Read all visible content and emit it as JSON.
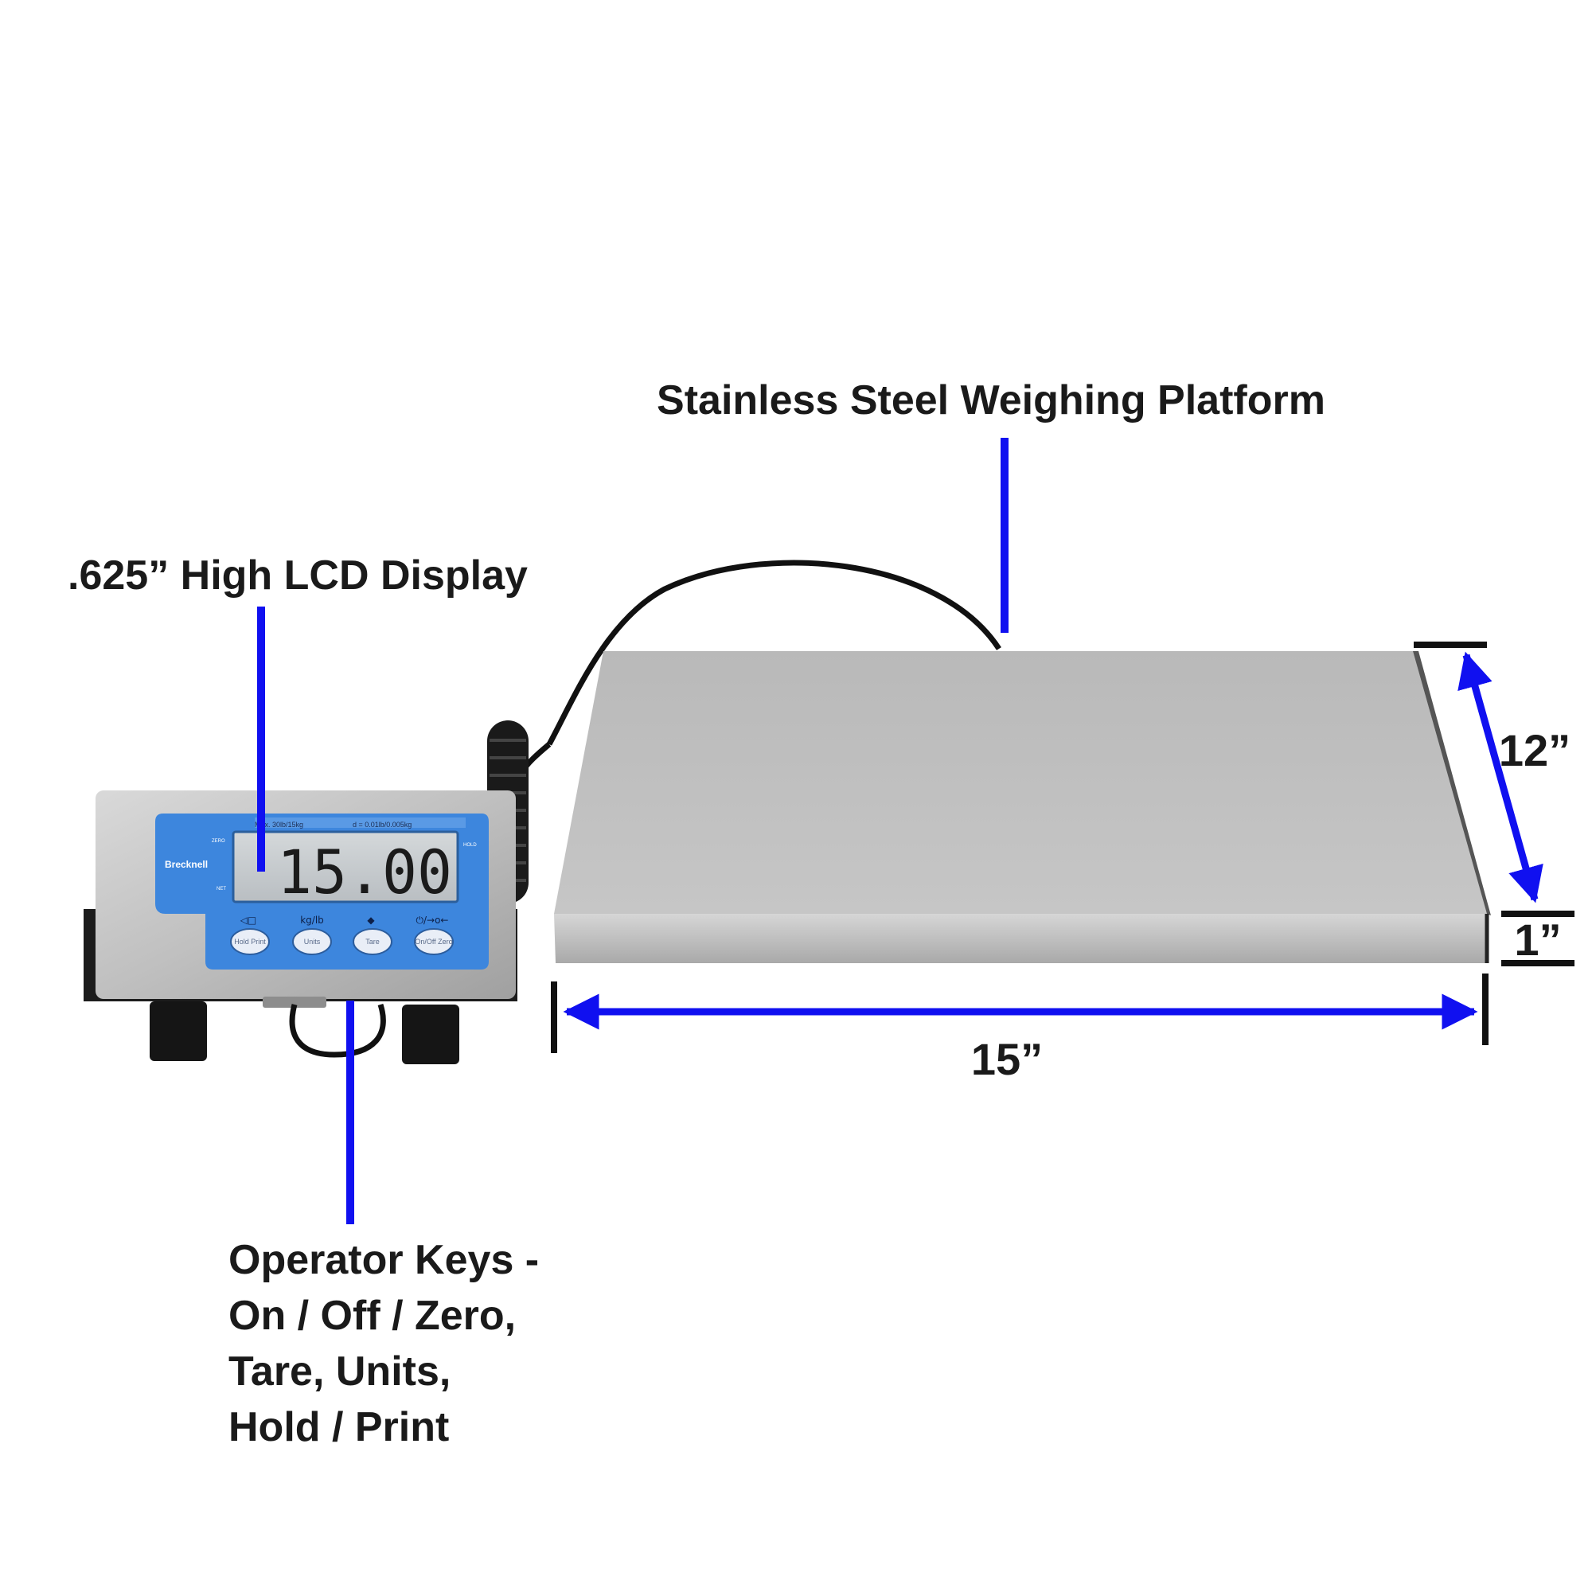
{
  "callouts": {
    "platform": "Stainless Steel Weighing Platform",
    "display": ".625” High LCD Display",
    "keys_lines": [
      "Operator Keys -",
      "On / Off / Zero,",
      "Tare, Units,",
      "Hold / Print"
    ]
  },
  "dimensions": {
    "depth": "12”",
    "height": "1”",
    "width": "15”"
  },
  "indicator": {
    "brand": "Brecknell",
    "capacity": "Max. 30lb/15kg",
    "division": "d = 0.01lb/0.005kg",
    "reading": "15.00",
    "left_flags": [
      "ZERO",
      "NET"
    ],
    "right_flag": "HOLD",
    "keys": [
      {
        "label": "Hold Print",
        "symbol": "◁□"
      },
      {
        "label": "Units",
        "symbol": "kg/lb"
      },
      {
        "label": "Tare",
        "symbol": "◆"
      },
      {
        "label": "On/Off Zero",
        "symbol": "⏻/→o←"
      }
    ]
  },
  "colors": {
    "callout_line": "#1010f0",
    "panel_blue": "#3d86dd",
    "stainless": "#c0c0c0",
    "lcd": "#c9ced1"
  }
}
